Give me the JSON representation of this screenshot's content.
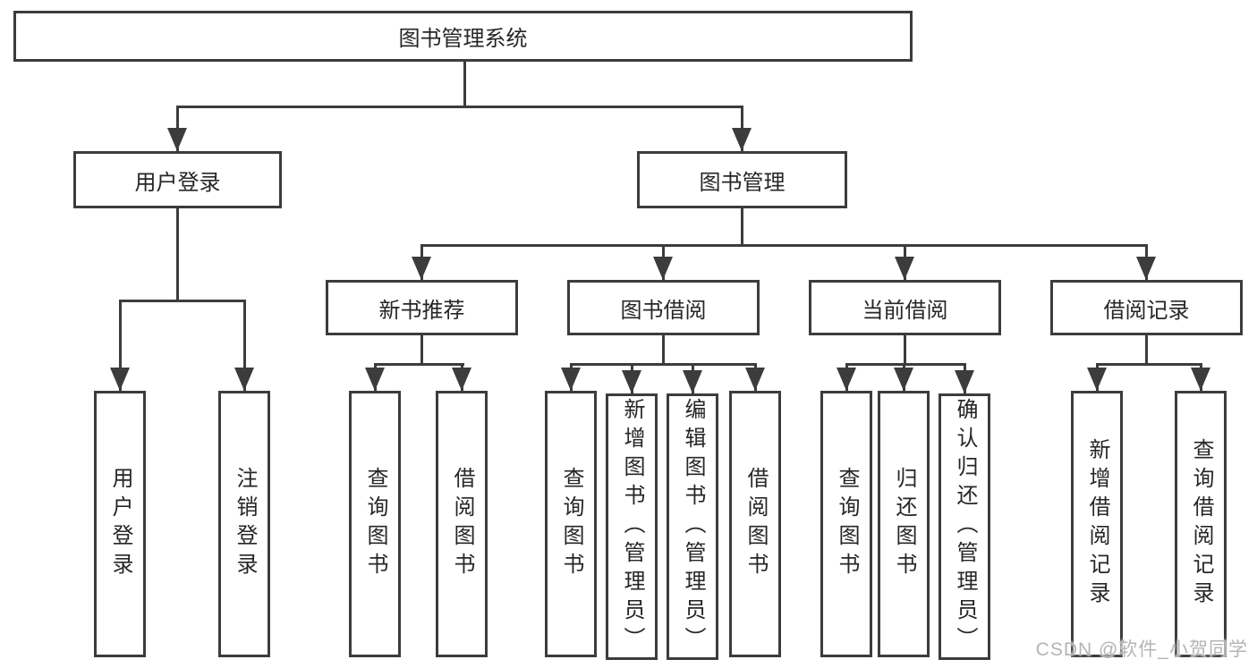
{
  "diagram": {
    "root": {
      "label": "图书管理系统",
      "children": [
        {
          "label": "用户登录",
          "children": [
            {
              "label": "用户登录"
            },
            {
              "label": "注销登录"
            }
          ]
        },
        {
          "label": "图书管理",
          "children": [
            {
              "label": "新书推荐",
              "children": [
                {
                  "label": "查询图书"
                },
                {
                  "label": "借阅图书"
                }
              ]
            },
            {
              "label": "图书借阅",
              "children": [
                {
                  "label": "查询图书"
                },
                {
                  "label": "新增图书（管理员）"
                },
                {
                  "label": "编辑图书（管理员）"
                },
                {
                  "label": "借阅图书"
                }
              ]
            },
            {
              "label": "当前借阅",
              "children": [
                {
                  "label": "查询图书"
                },
                {
                  "label": "归还图书"
                },
                {
                  "label": "确认归还（管理员）"
                }
              ]
            },
            {
              "label": "借阅记录",
              "children": [
                {
                  "label": "新增借阅记录"
                },
                {
                  "label": "查询借阅记录"
                }
              ]
            }
          ]
        }
      ]
    }
  },
  "watermark": {
    "text": "CSDN @软件_小贺同学"
  },
  "colors": {
    "line": "#3c3c3c",
    "text": "#262626",
    "background": "#ffffff",
    "watermark": "#b4b4b4"
  }
}
